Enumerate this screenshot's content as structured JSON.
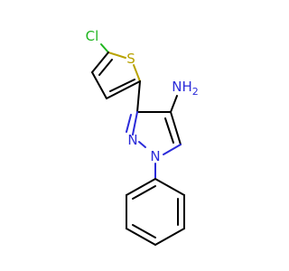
{
  "molecule": {
    "atoms": {
      "cl": {
        "label": "Cl",
        "color": "#1fb51f"
      },
      "s": {
        "label": "S",
        "color": "#b8a200"
      },
      "nh2": {
        "label": "NH",
        "sub": "2",
        "color": "#2b2bd9"
      },
      "n_pyrazole_2": {
        "label": "N",
        "color": "#2b2bd9"
      },
      "n_pyrazole_1": {
        "label": "N",
        "color": "#2b2bd9"
      }
    },
    "bond_color": "#000000"
  }
}
